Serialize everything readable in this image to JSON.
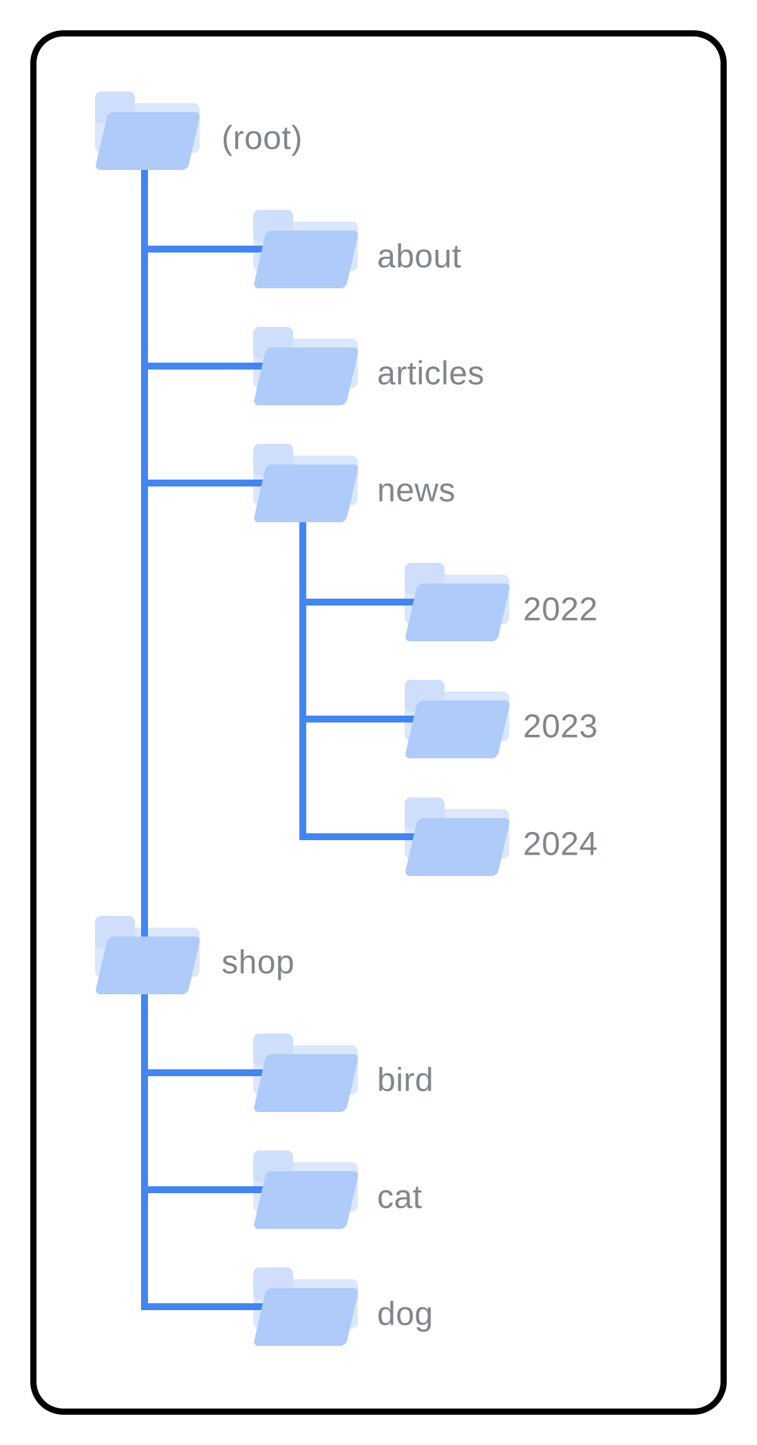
{
  "diagram": {
    "description": "folder tree structure illustration",
    "colors": {
      "background": "#ffffff",
      "frame": "#000000",
      "connector": "#4285f4",
      "folder_front": "#aecbfa",
      "folder_back": "#dbe7fd",
      "folder_tab": "#cfdffb",
      "label": "#80868b"
    },
    "nodes": [
      {
        "id": "root",
        "label": "(root)",
        "level": 0,
        "row": 0,
        "parent": null
      },
      {
        "id": "about",
        "label": "about",
        "level": 1,
        "row": 1,
        "parent": "root"
      },
      {
        "id": "articles",
        "label": "articles",
        "level": 1,
        "row": 2,
        "parent": "root"
      },
      {
        "id": "news",
        "label": "news",
        "level": 1,
        "row": 3,
        "parent": "root"
      },
      {
        "id": "2022",
        "label": "2022",
        "level": 2,
        "row": 4,
        "parent": "news"
      },
      {
        "id": "2023",
        "label": "2023",
        "level": 2,
        "row": 5,
        "parent": "news"
      },
      {
        "id": "2024",
        "label": "2024",
        "level": 2,
        "row": 6,
        "parent": "news"
      },
      {
        "id": "shop",
        "label": "shop",
        "level": 0,
        "row": 7,
        "parent": "root"
      },
      {
        "id": "bird",
        "label": "bird",
        "level": 1,
        "row": 8,
        "parent": "shop"
      },
      {
        "id": "cat",
        "label": "cat",
        "level": 1,
        "row": 9,
        "parent": "shop"
      },
      {
        "id": "dog",
        "label": "dog",
        "level": 1,
        "row": 10,
        "parent": "shop"
      }
    ]
  }
}
